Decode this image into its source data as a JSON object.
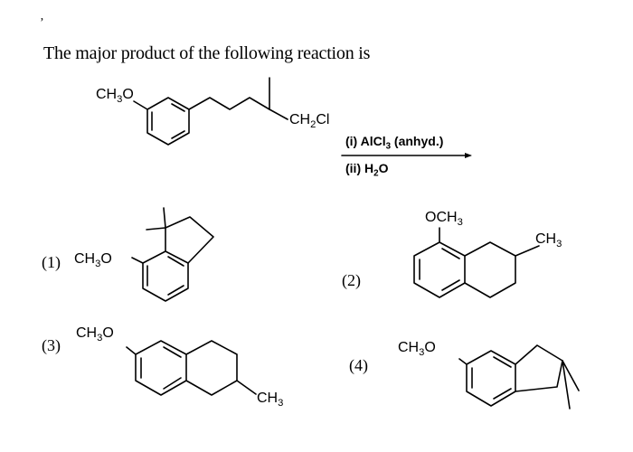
{
  "corner_mark": "ʼ",
  "question": "The major product of the following reaction is",
  "reactant": {
    "och3_prefix": "CH",
    "och3_sub": "3",
    "och3_suffix": "O",
    "ch2cl_prefix": "CH",
    "ch2cl_sub": "2",
    "ch2cl_suffix": "Cl"
  },
  "conditions": {
    "step1_prefix": "(i) AlCl",
    "step1_sub": "3",
    "step1_suffix": " (anhyd.)",
    "step2_prefix": "(ii) H",
    "step2_sub": "2",
    "step2_suffix": "O"
  },
  "options": [
    {
      "label": "(1)",
      "group_prefix": "CH",
      "group_sub": "3",
      "group_suffix": "O"
    },
    {
      "label": "(2)",
      "group_prefix": "OCH",
      "group_sub": "3",
      "group_suffix": "",
      "group2_prefix": "CH",
      "group2_sub": "3"
    },
    {
      "label": "(3)",
      "group_prefix": "CH",
      "group_sub": "3",
      "group_suffix": "O",
      "group2_prefix": "CH",
      "group2_sub": "3"
    },
    {
      "label": "(4)",
      "group_prefix": "CH",
      "group_sub": "3",
      "group_suffix": "O"
    }
  ]
}
